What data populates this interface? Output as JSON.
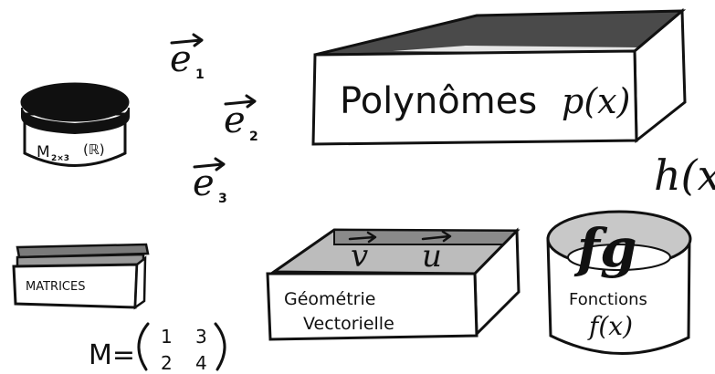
{
  "colors": {
    "ink": "#111111",
    "paper": "#ffffff",
    "box_inner_dark": "#4a4a4a",
    "box_inner_grey": "#bcbcbc",
    "box_side_grey": "#8a8a8a",
    "jar_lid": "#101010",
    "jar_inner": "#c8c8c8"
  },
  "vectors": [
    {
      "letter": "e",
      "index": "1"
    },
    {
      "letter": "e",
      "index": "2"
    },
    {
      "letter": "e",
      "index": "3"
    }
  ],
  "jar_matrices": {
    "label_prefix": "M",
    "label_sub": "2×3",
    "label_suffix": "(ℝ)"
  },
  "box_matrices": {
    "label": "MATRICES"
  },
  "matrix_formula": {
    "lhs": "M=",
    "row1": [
      "1",
      "3"
    ],
    "row2": [
      "2",
      "4"
    ]
  },
  "box_polynomes": {
    "label": "Polynômes",
    "symbol": "p(x)"
  },
  "h_function": {
    "label": "h(x)"
  },
  "box_geometrie": {
    "vec1": "v",
    "vec2": "u",
    "label_line1": "Géométrie",
    "label_line2": "Vectorielle"
  },
  "pot_fonctions": {
    "inner": "fg",
    "label_line1": "Fonctions",
    "label_line2": "f(x)"
  }
}
